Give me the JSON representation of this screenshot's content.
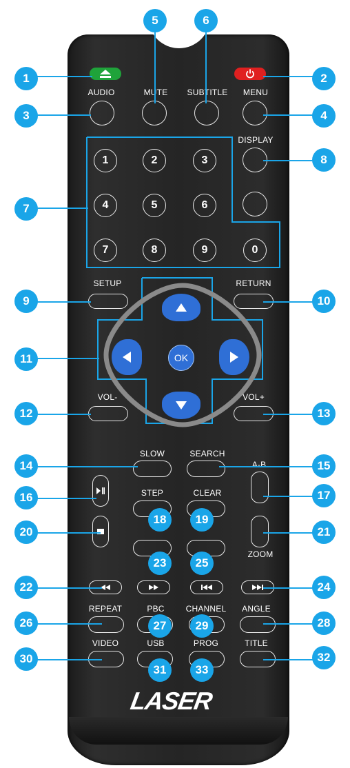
{
  "colors": {
    "callout": "#1aa5e8",
    "eject": "#1fa33a",
    "power": "#e02020",
    "dpad": "#2f6fd6"
  },
  "brand": "LASER",
  "labels": {
    "audio": "AUDIO",
    "mute": "MUTE",
    "subtitle": "SUBTITLE",
    "menu": "MENU",
    "display": "DISPLAY",
    "setup": "SETUP",
    "return": "RETURN",
    "ok": "OK",
    "vol_minus": "VOL-",
    "vol_plus": "VOL+",
    "slow": "SLOW",
    "search": "SEARCH",
    "ab": "A-B",
    "step": "STEP",
    "clear": "CLEAR",
    "zoom": "ZOOM",
    "repeat": "REPEAT",
    "pbc": "PBC",
    "channel": "CHANNEL",
    "angle": "ANGLE",
    "video": "VIDEO",
    "usb": "USB",
    "prog": "PROG",
    "title": "TITLE"
  },
  "numbers": [
    "1",
    "2",
    "3",
    "4",
    "5",
    "6",
    "7",
    "8",
    "9",
    "0"
  ],
  "icons": {
    "eject": "eject-icon",
    "power": "power-icon",
    "play_pause": "play-pause-icon",
    "stop": "stop-icon",
    "rewind": "rewind-icon",
    "fast_forward": "fast-forward-icon",
    "prev": "skip-previous-icon",
    "next": "skip-next-icon"
  },
  "callouts": [
    "1",
    "2",
    "3",
    "4",
    "5",
    "6",
    "7",
    "8",
    "9",
    "10",
    "11",
    "12",
    "13",
    "14",
    "15",
    "16",
    "17",
    "18",
    "19",
    "20",
    "21",
    "22",
    "23",
    "24",
    "25",
    "26",
    "27",
    "28",
    "29",
    "30",
    "31",
    "32",
    "33"
  ]
}
